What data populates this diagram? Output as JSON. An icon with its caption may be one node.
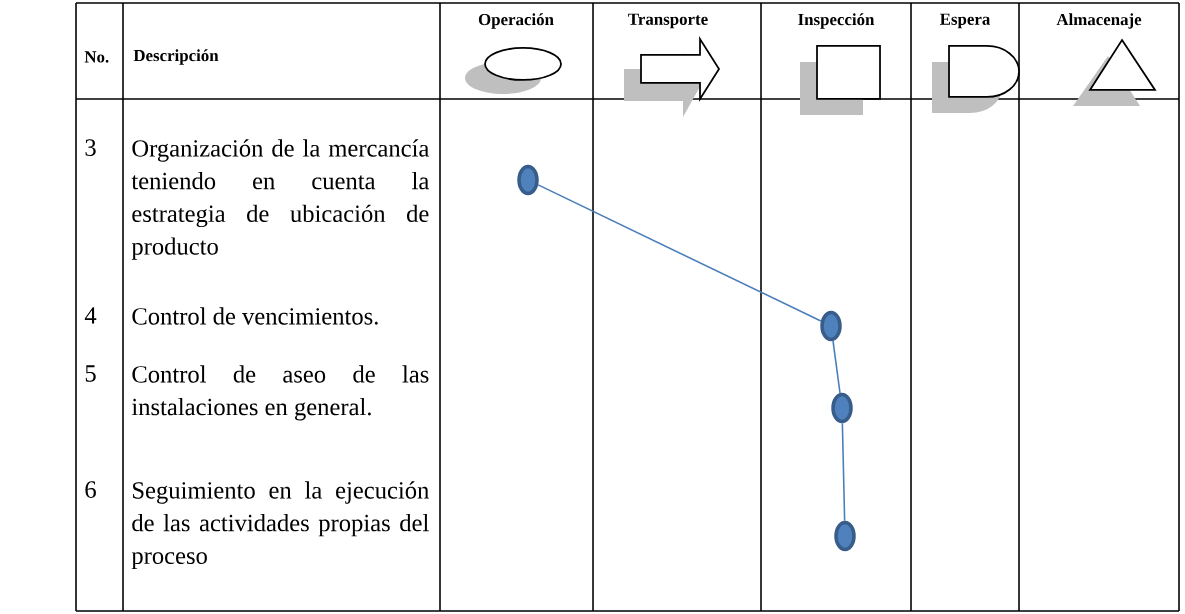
{
  "diagram": {
    "nodes": [
      {
        "text": [],
        "shape": "circle"
      },
      {
        "text": [],
        "shape": "circle"
      },
      {
        "text": [],
        "shape": "circle"
      },
      {
        "text": [],
        "shape": "circle"
      }
    ],
    "edges": [
      {
        "from": 0,
        "to": 1,
        "arrow": "none"
      },
      {
        "from": 1,
        "to": 2,
        "arrow": "none"
      },
      {
        "from": 2,
        "to": 3,
        "arrow": "none"
      }
    ],
    "labels": [
      "No.",
      "Descripción",
      "Operación",
      "Transporte",
      "Inspección",
      "Espera",
      "Almacenaje",
      "3",
      "Organización de la mercancía teniendo en cuenta la estrategia de ubicación de producto",
      "4",
      "Control de vencimientos.",
      "5",
      "Control de aseo de las instalaciones en general.",
      "6",
      "Seguimiento en la ejecución de las actividades propias del proceso"
    ]
  }
}
